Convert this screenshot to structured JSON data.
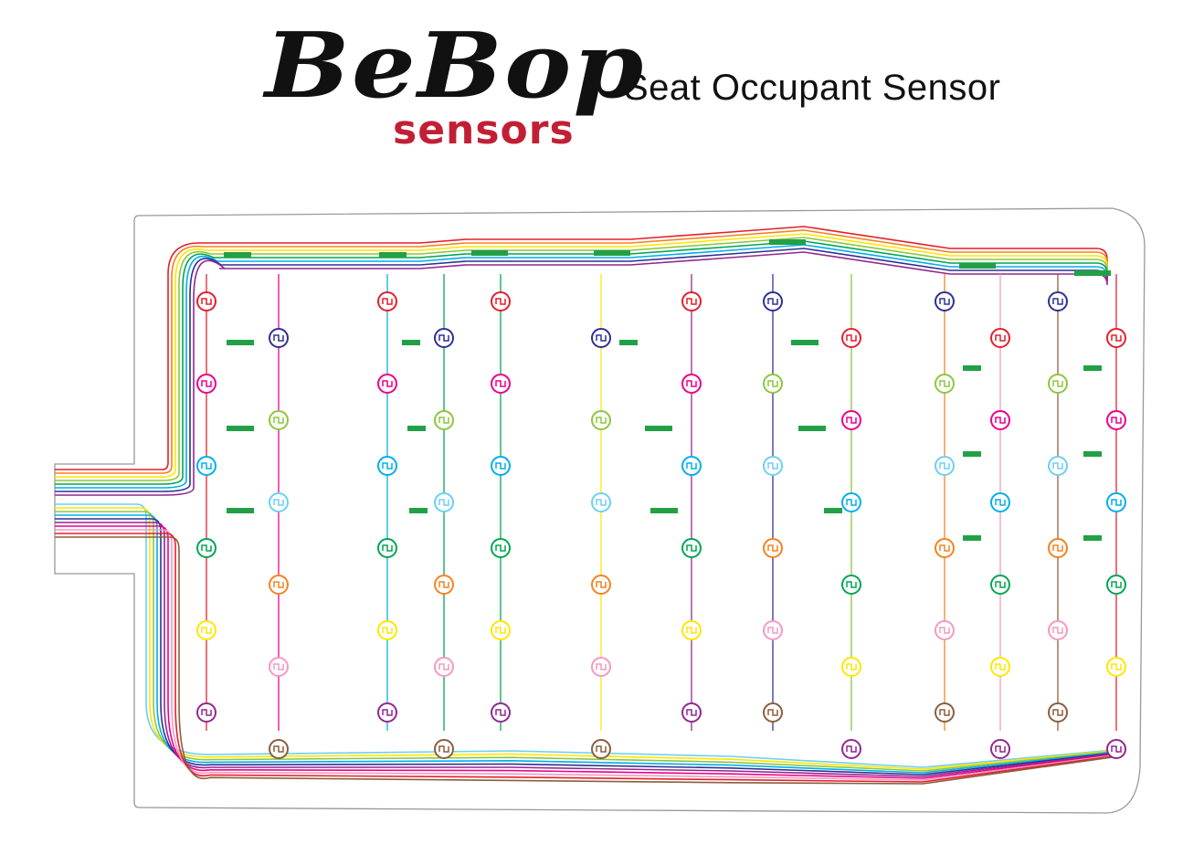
{
  "header": {
    "brand": "BeBop",
    "brand_sub": "sensors",
    "title": "Seat Occupant Sensor"
  },
  "colors": {
    "trace_palette": [
      "#e41f2c",
      "#f58220",
      "#ffe600",
      "#8dc63f",
      "#00a651",
      "#00aeef",
      "#2e3192",
      "#92278f",
      "#ec008c",
      "#f49ac1",
      "#8b5e3c",
      "#6dcff6"
    ],
    "connector": "#22a046",
    "outline": "#888888"
  },
  "sensor_columns": [
    {
      "id": "col-1",
      "count": 12
    },
    {
      "id": "col-2",
      "count": 12
    },
    {
      "id": "col-3",
      "count": 12
    },
    {
      "id": "col-4",
      "count": 12
    },
    {
      "id": "col-5",
      "count": 12
    }
  ]
}
